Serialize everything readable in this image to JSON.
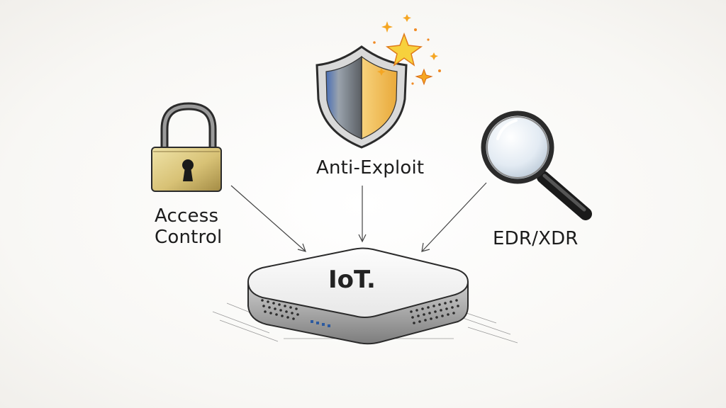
{
  "nodes": {
    "anti_exploit": {
      "label": "Anti-Exploit",
      "icon": "shield-sparkle-icon"
    },
    "access_control": {
      "label_line1": "Access",
      "label_line2": "Control",
      "icon": "padlock-icon"
    },
    "edr_xdr": {
      "label": "EDR/XDR",
      "icon": "magnifying-glass-icon"
    },
    "device": {
      "label": "IoT.",
      "icon": "iot-device-icon"
    }
  },
  "colors": {
    "ink": "#1c1c1c",
    "shield_blue": "#4a6fb5",
    "shield_gold": "#f0b447",
    "lock_gold": "#d8c276",
    "spark": "#f5a623"
  }
}
